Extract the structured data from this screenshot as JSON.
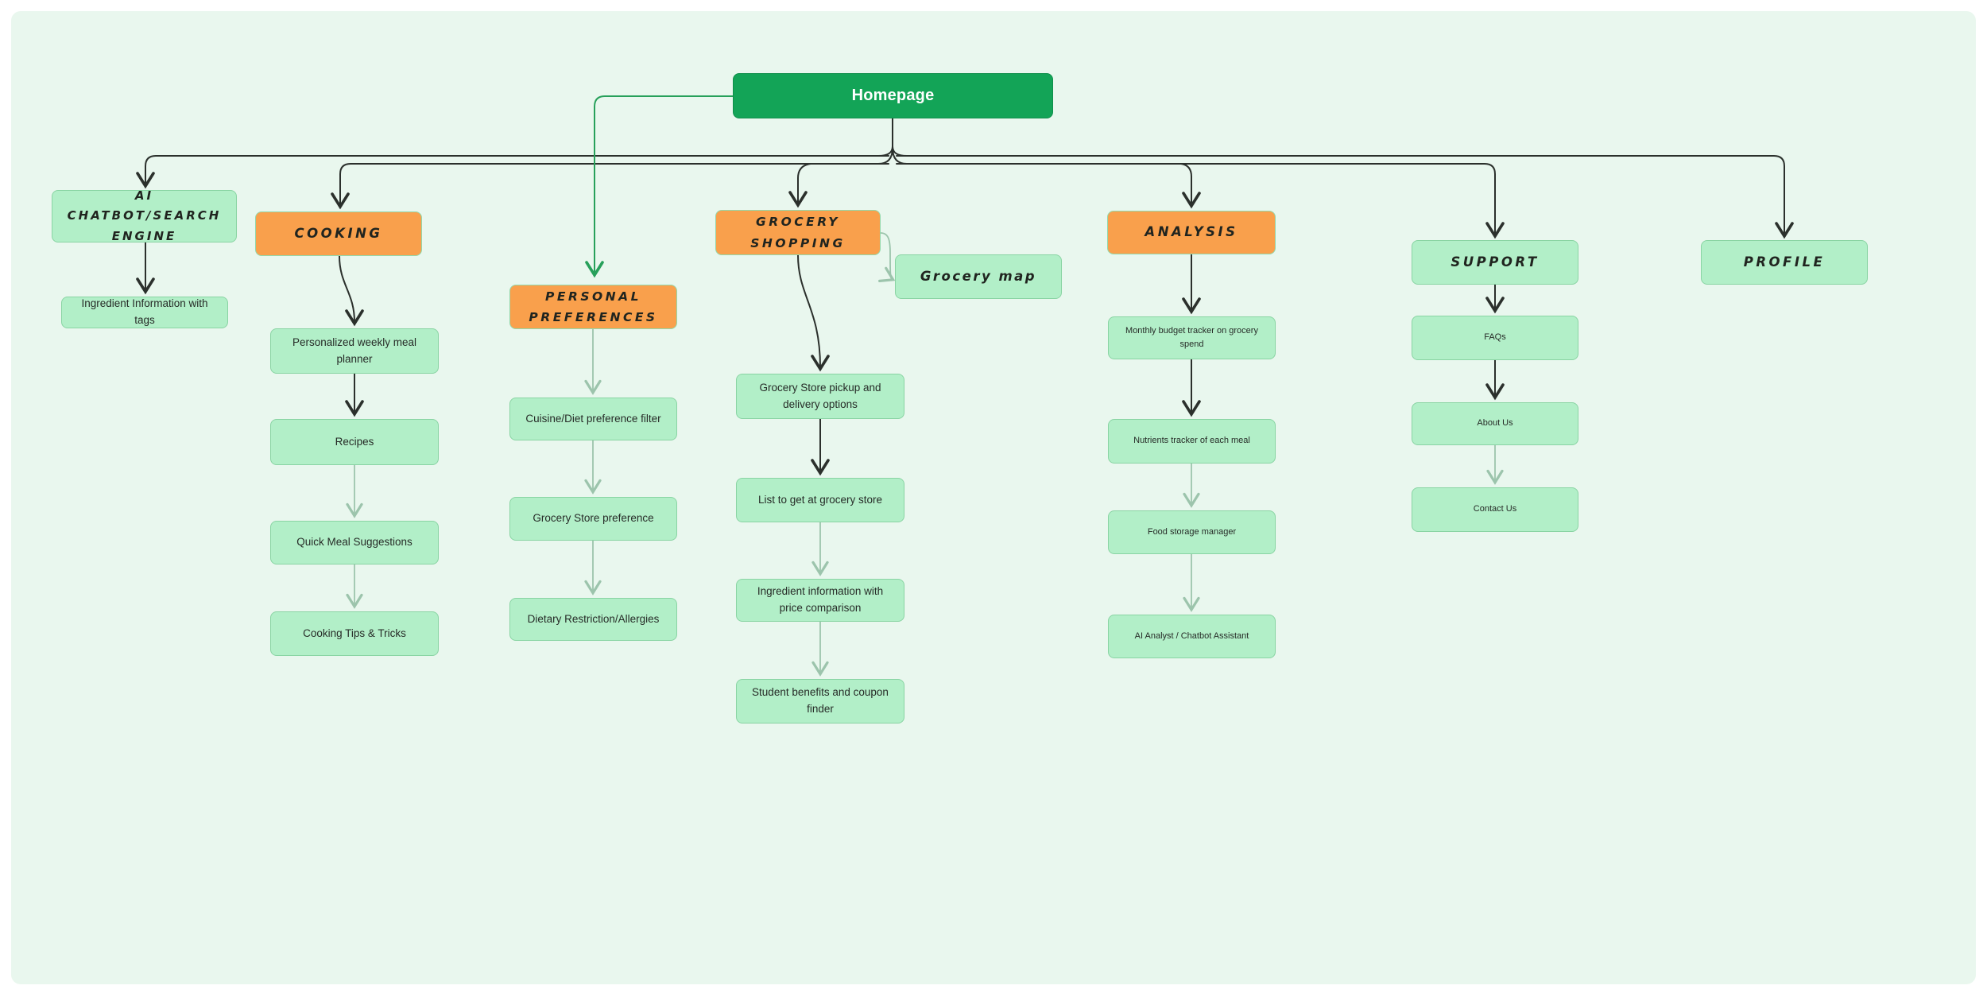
{
  "app": {
    "type": "flowchart-canvas",
    "background": "#ffffff",
    "canvas_color": "#e9f7ee"
  },
  "colors": {
    "root_fill": "#13a457",
    "section_fill": "#f9a04c",
    "node_fill": "#b2efc8",
    "node_border": "#89d4a3",
    "edge_dark": "#2b302c",
    "edge_light": "#9cc4ac",
    "edge_green": "#27a05a"
  },
  "diagram": {
    "root_label": "Homepage",
    "nodes": [
      {
        "id": "homepage",
        "label": "Homepage",
        "style": "root"
      },
      {
        "id": "ai-chatbot",
        "label": "AI CHATBOT/SEARCH ENGINE",
        "style": "light-hand"
      },
      {
        "id": "ingredient-tags",
        "label": "Ingredient Information with tags",
        "style": "light"
      },
      {
        "id": "cooking",
        "label": "COOKING",
        "style": "orange-hand"
      },
      {
        "id": "meal-planner",
        "label": "Personalized weekly meal planner",
        "style": "light"
      },
      {
        "id": "recipes",
        "label": "Recipes",
        "style": "light"
      },
      {
        "id": "quick-meal",
        "label": "Quick Meal Suggestions",
        "style": "light"
      },
      {
        "id": "cooking-tips",
        "label": "Cooking Tips & Tricks",
        "style": "light"
      },
      {
        "id": "personal-preferences",
        "label": "PERSONAL PREFERENCES",
        "style": "orange-hand"
      },
      {
        "id": "cuisine-filter",
        "label": "Cuisine/Diet preference filter",
        "style": "light"
      },
      {
        "id": "store-preference",
        "label": "Grocery Store preference",
        "style": "light"
      },
      {
        "id": "dietary",
        "label": "Dietary Restriction/Allergies",
        "style": "light"
      },
      {
        "id": "grocery-shopping",
        "label": "GROCERY SHOPPING",
        "style": "orange-hand"
      },
      {
        "id": "grocery-map",
        "label": "Grocery map",
        "style": "light-hand"
      },
      {
        "id": "pickup-delivery",
        "label": "Grocery Store pickup and delivery options",
        "style": "light"
      },
      {
        "id": "grocery-list",
        "label": "List to get at grocery store",
        "style": "light"
      },
      {
        "id": "price-comparison",
        "label": "Ingredient information with price comparison",
        "style": "light"
      },
      {
        "id": "student-benefits",
        "label": "Student benefits and coupon finder",
        "style": "light"
      },
      {
        "id": "analysis",
        "label": "ANALYSIS",
        "style": "orange-hand"
      },
      {
        "id": "budget-tracker",
        "label": "Monthly budget tracker on grocery spend",
        "style": "light-small"
      },
      {
        "id": "nutrients-tracker",
        "label": "Nutrients tracker of each meal",
        "style": "light-small"
      },
      {
        "id": "food-storage",
        "label": "Food storage manager",
        "style": "light-small"
      },
      {
        "id": "ai-analyst",
        "label": "AI Analyst / Chatbot Assistant",
        "style": "light-small"
      },
      {
        "id": "support",
        "label": "SUPPORT",
        "style": "light-hand"
      },
      {
        "id": "faqs",
        "label": "FAQs",
        "style": "light-small"
      },
      {
        "id": "about-us",
        "label": "About Us",
        "style": "light-small"
      },
      {
        "id": "contact-us",
        "label": "Contact Us",
        "style": "light-small"
      },
      {
        "id": "profile",
        "label": "PROFILE",
        "style": "light-hand"
      }
    ],
    "edges": [
      {
        "from": "homepage",
        "to": "ai-chatbot",
        "style": "dark"
      },
      {
        "from": "homepage",
        "to": "cooking",
        "style": "dark"
      },
      {
        "from": "homepage",
        "to": "personal-preferences",
        "style": "green"
      },
      {
        "from": "homepage",
        "to": "grocery-shopping",
        "style": "dark"
      },
      {
        "from": "homepage",
        "to": "analysis",
        "style": "dark"
      },
      {
        "from": "homepage",
        "to": "support",
        "style": "dark"
      },
      {
        "from": "homepage",
        "to": "profile",
        "style": "dark"
      },
      {
        "from": "ai-chatbot",
        "to": "ingredient-tags",
        "style": "dark"
      },
      {
        "from": "cooking",
        "to": "meal-planner",
        "style": "dark"
      },
      {
        "from": "meal-planner",
        "to": "recipes",
        "style": "dark"
      },
      {
        "from": "recipes",
        "to": "quick-meal",
        "style": "light"
      },
      {
        "from": "quick-meal",
        "to": "cooking-tips",
        "style": "light"
      },
      {
        "from": "personal-preferences",
        "to": "cuisine-filter",
        "style": "light"
      },
      {
        "from": "cuisine-filter",
        "to": "store-preference",
        "style": "light"
      },
      {
        "from": "store-preference",
        "to": "dietary",
        "style": "light"
      },
      {
        "from": "grocery-shopping",
        "to": "grocery-map",
        "style": "light"
      },
      {
        "from": "grocery-shopping",
        "to": "pickup-delivery",
        "style": "dark"
      },
      {
        "from": "pickup-delivery",
        "to": "grocery-list",
        "style": "dark"
      },
      {
        "from": "grocery-list",
        "to": "price-comparison",
        "style": "light"
      },
      {
        "from": "price-comparison",
        "to": "student-benefits",
        "style": "light"
      },
      {
        "from": "analysis",
        "to": "budget-tracker",
        "style": "dark"
      },
      {
        "from": "budget-tracker",
        "to": "nutrients-tracker",
        "style": "dark"
      },
      {
        "from": "nutrients-tracker",
        "to": "food-storage",
        "style": "light"
      },
      {
        "from": "food-storage",
        "to": "ai-analyst",
        "style": "light"
      },
      {
        "from": "support",
        "to": "faqs",
        "style": "dark"
      },
      {
        "from": "faqs",
        "to": "about-us",
        "style": "dark"
      },
      {
        "from": "about-us",
        "to": "contact-us",
        "style": "light"
      }
    ]
  }
}
